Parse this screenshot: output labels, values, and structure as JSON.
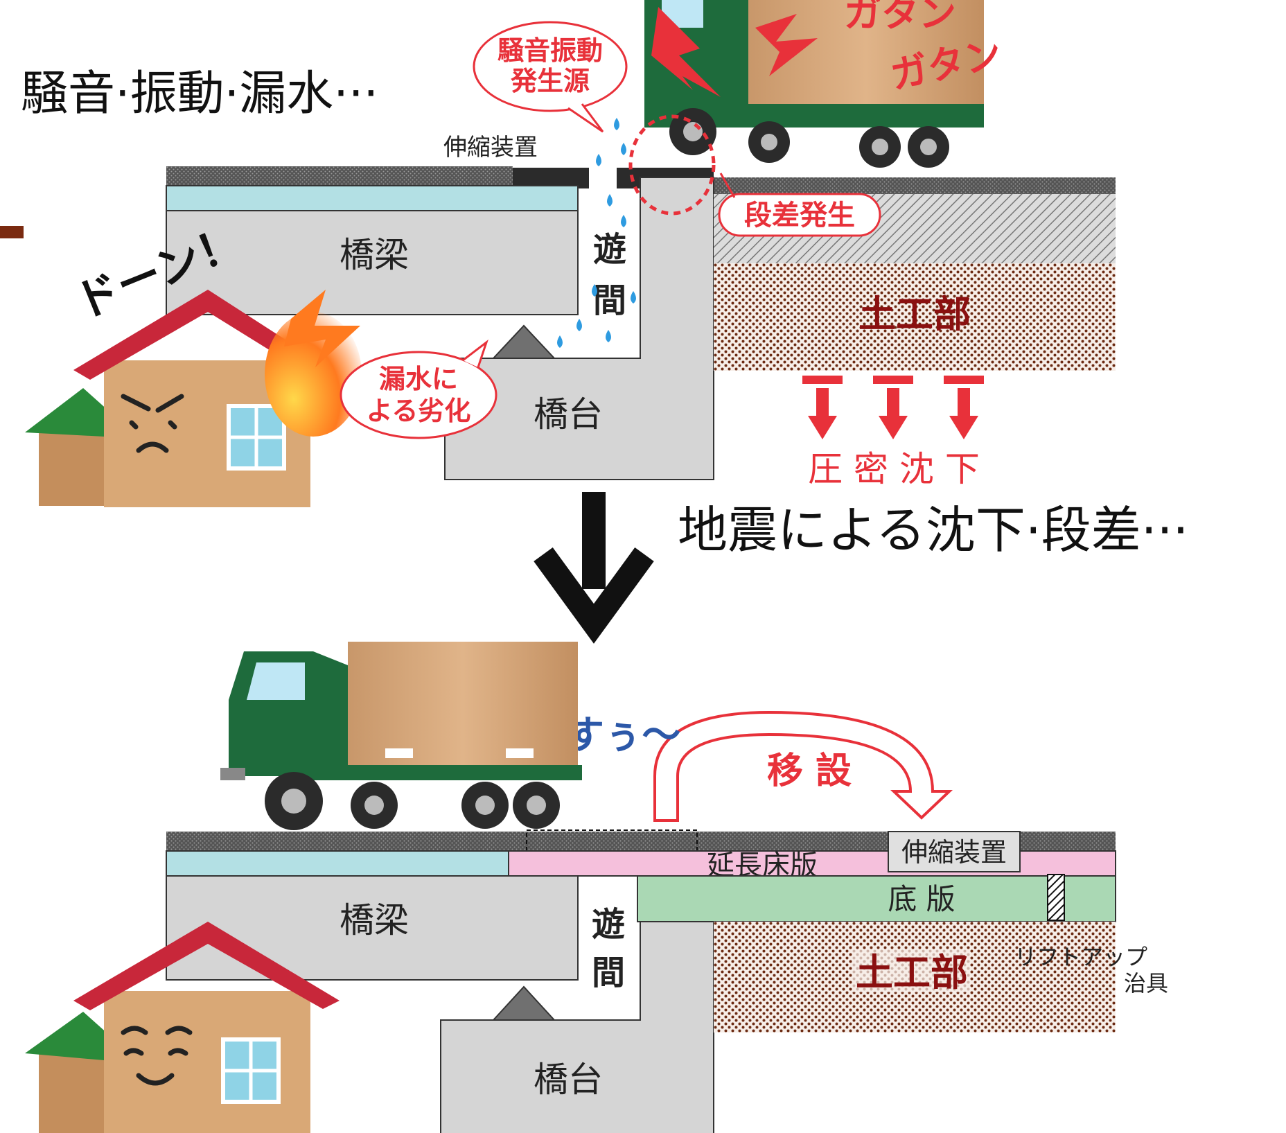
{
  "colors": {
    "asphalt": "#3a3a3a",
    "pave_blue": "#b3e0e4",
    "concrete": "#d5d5d5",
    "earth_brown": "#6b2a12",
    "red": "#e8313a",
    "pink": "#f5c0dc",
    "base_slab_green": "#aad8b4",
    "truck_green": "#1e6b3c",
    "cargo_tan": "#d7a679",
    "house_wall": "#d9a876",
    "roof_red": "#c8273a",
    "roof_green": "#2a8a3a",
    "swoosh_blue": "#2c58a8",
    "water_blue": "#2e9be0"
  },
  "top": {
    "heading": "騒音·振動·漏水···",
    "bubble_noise_line1": "騒音振動",
    "bubble_noise_line2": "発生源",
    "expansion_device": "伸縮装置",
    "katan1": "ガタン",
    "katan2": "ガタン",
    "step_badge": "段差発生",
    "girder": "橋梁",
    "gap_line1": "遊",
    "gap_line2": "間",
    "earthwork": "土工部",
    "doon": "ドーン！",
    "leak_bubble_line1": "漏水に",
    "leak_bubble_line2": "よる劣化",
    "abutment": "橋台",
    "settlement": "圧 密 沈 下"
  },
  "middle": {
    "caption": "地震による沈下·段差···"
  },
  "bottom": {
    "suu": "すぅ～",
    "relocate": "移 設",
    "extension_slab": "延長床版",
    "expansion_device": "伸縮装置",
    "base_slab": "底 版",
    "girder": "橋梁",
    "gap_line1": "遊",
    "gap_line2": "間",
    "earthwork": "土工部",
    "liftup_line1": "リフトアップ",
    "liftup_line2": "治具",
    "abutment": "橋台"
  }
}
